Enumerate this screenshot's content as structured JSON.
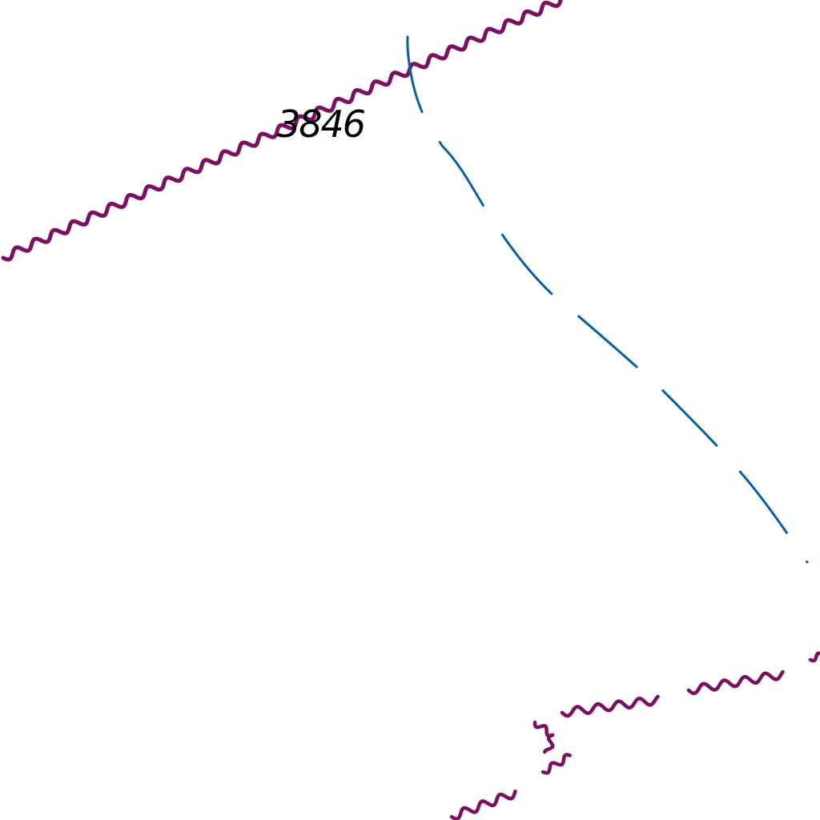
{
  "map": {
    "label": "3846"
  },
  "colors": {
    "background": "#ffffff",
    "boundary": "#7a1060",
    "stream": "#0a5fa0",
    "label": "#000000"
  },
  "features": {
    "boundary_lines": "wavy-boundary-line",
    "stream_line": "dashed-blue-line"
  }
}
